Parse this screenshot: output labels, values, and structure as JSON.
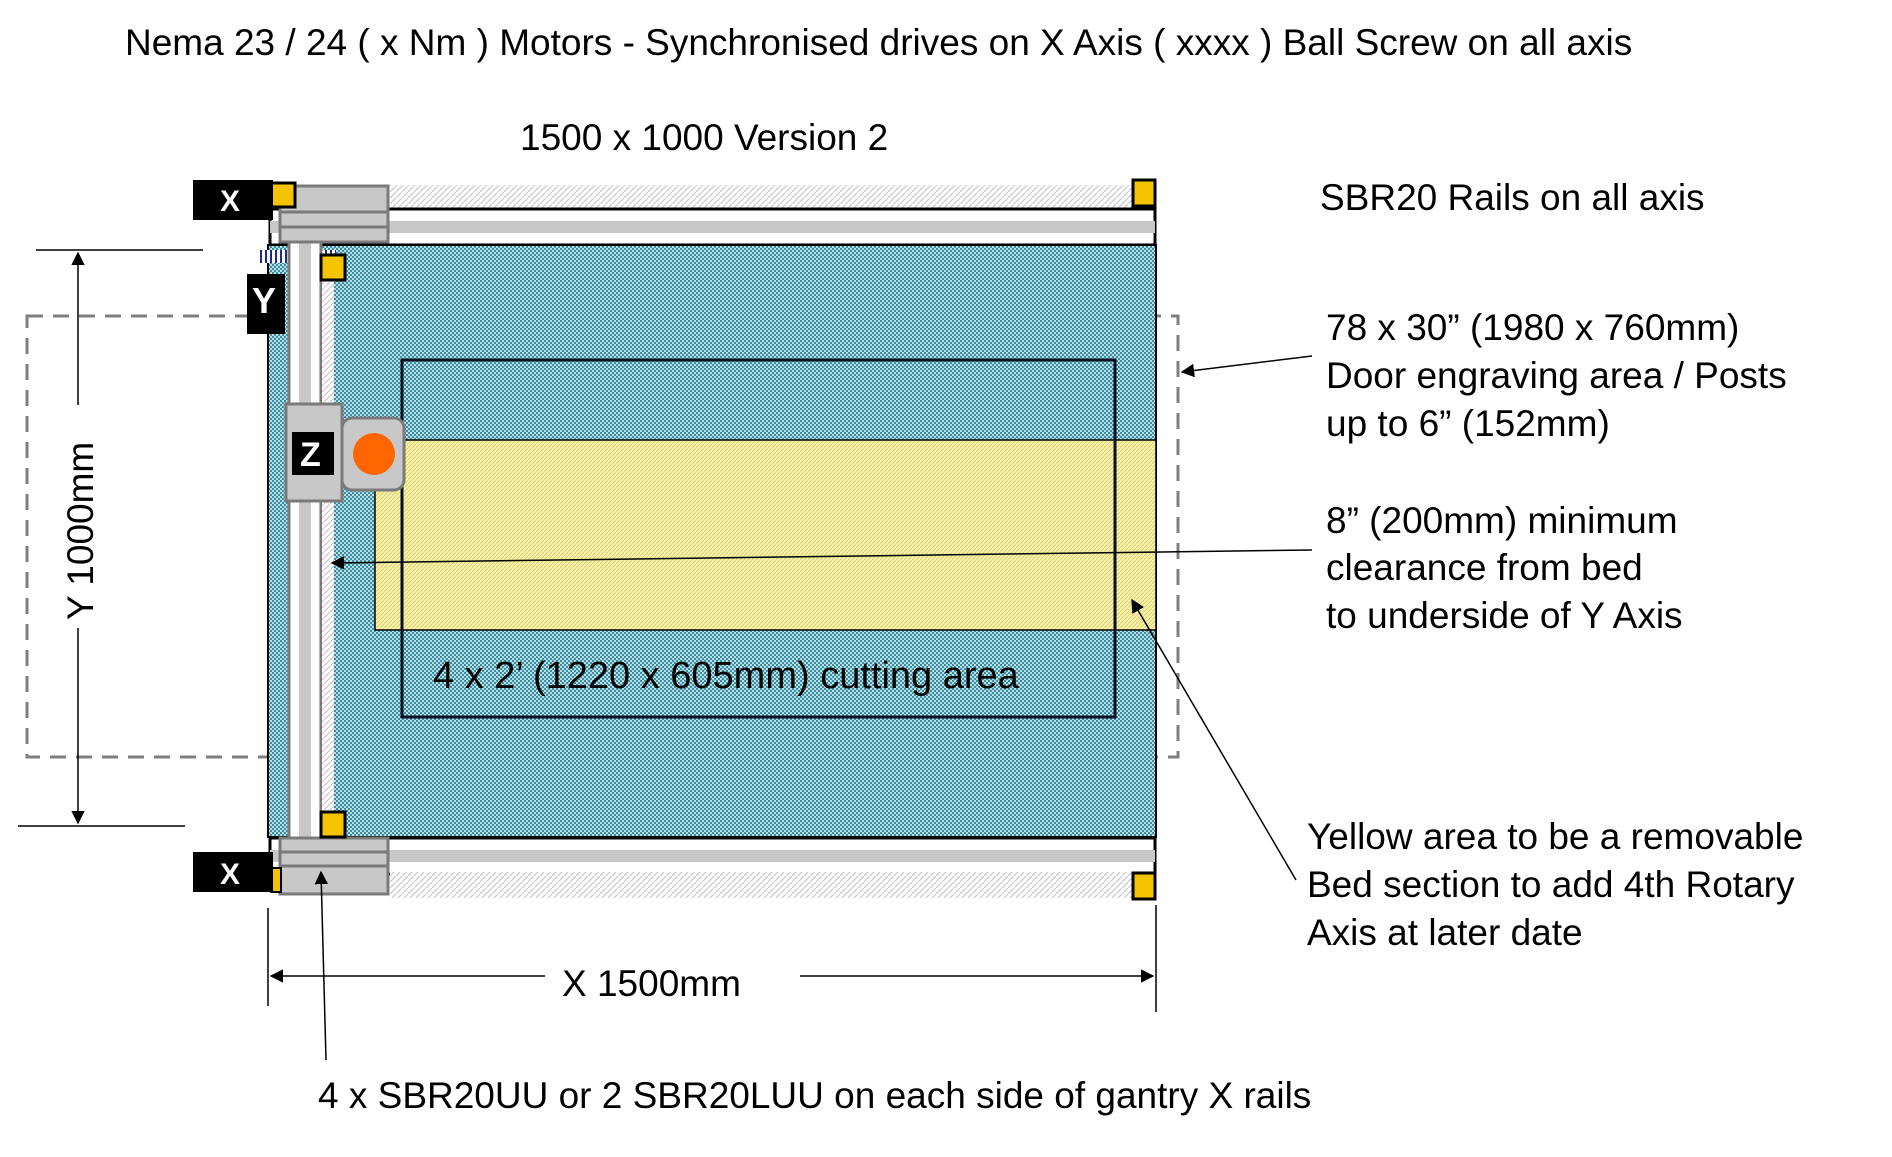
{
  "title": "Nema 23 / 24  ( x Nm ) Motors - Synchronised drives on X Axis ( xxxx ) Ball Screw on all axis",
  "subtitle": "1500 x 1000 Version 2",
  "labels": {
    "rails_note": "SBR20 Rails on all axis",
    "door_area_lines": [
      "78 x 30”  (1980 x 760mm)",
      "Door engraving area / Posts",
      "up to 6” (152mm)"
    ],
    "clearance_lines": [
      "8” (200mm) minimum",
      "clearance from bed",
      "to underside of Y Axis"
    ],
    "yellow_area_lines": [
      "Yellow area to be a removable",
      "Bed section to add 4th Rotary",
      "Axis at later date"
    ],
    "cutting_area": "4 x 2’ (1220 x 605mm) cutting area",
    "x_dimension": "X 1500mm",
    "y_dimension": "Y 1000mm",
    "bearings_note": "4 x SBR20UU or 2 SBR20LUU on each side of gantry X rails"
  },
  "axis_tags": {
    "x_top": "X",
    "x_bottom": "X",
    "y": "Y",
    "z": "Z"
  },
  "colors": {
    "bed_blue": "#a9d3dd",
    "bed_pattern": "#2e7f8f",
    "yellow_section": "#f2ec9e",
    "motor_block": "#f5c400",
    "gantry_grey": "#c8c8c8",
    "gantry_border": "#7a7a7a",
    "spindle_orange": "#ff6600",
    "dashed_outline": "#7f7f7f",
    "tag_black": "#000000"
  }
}
